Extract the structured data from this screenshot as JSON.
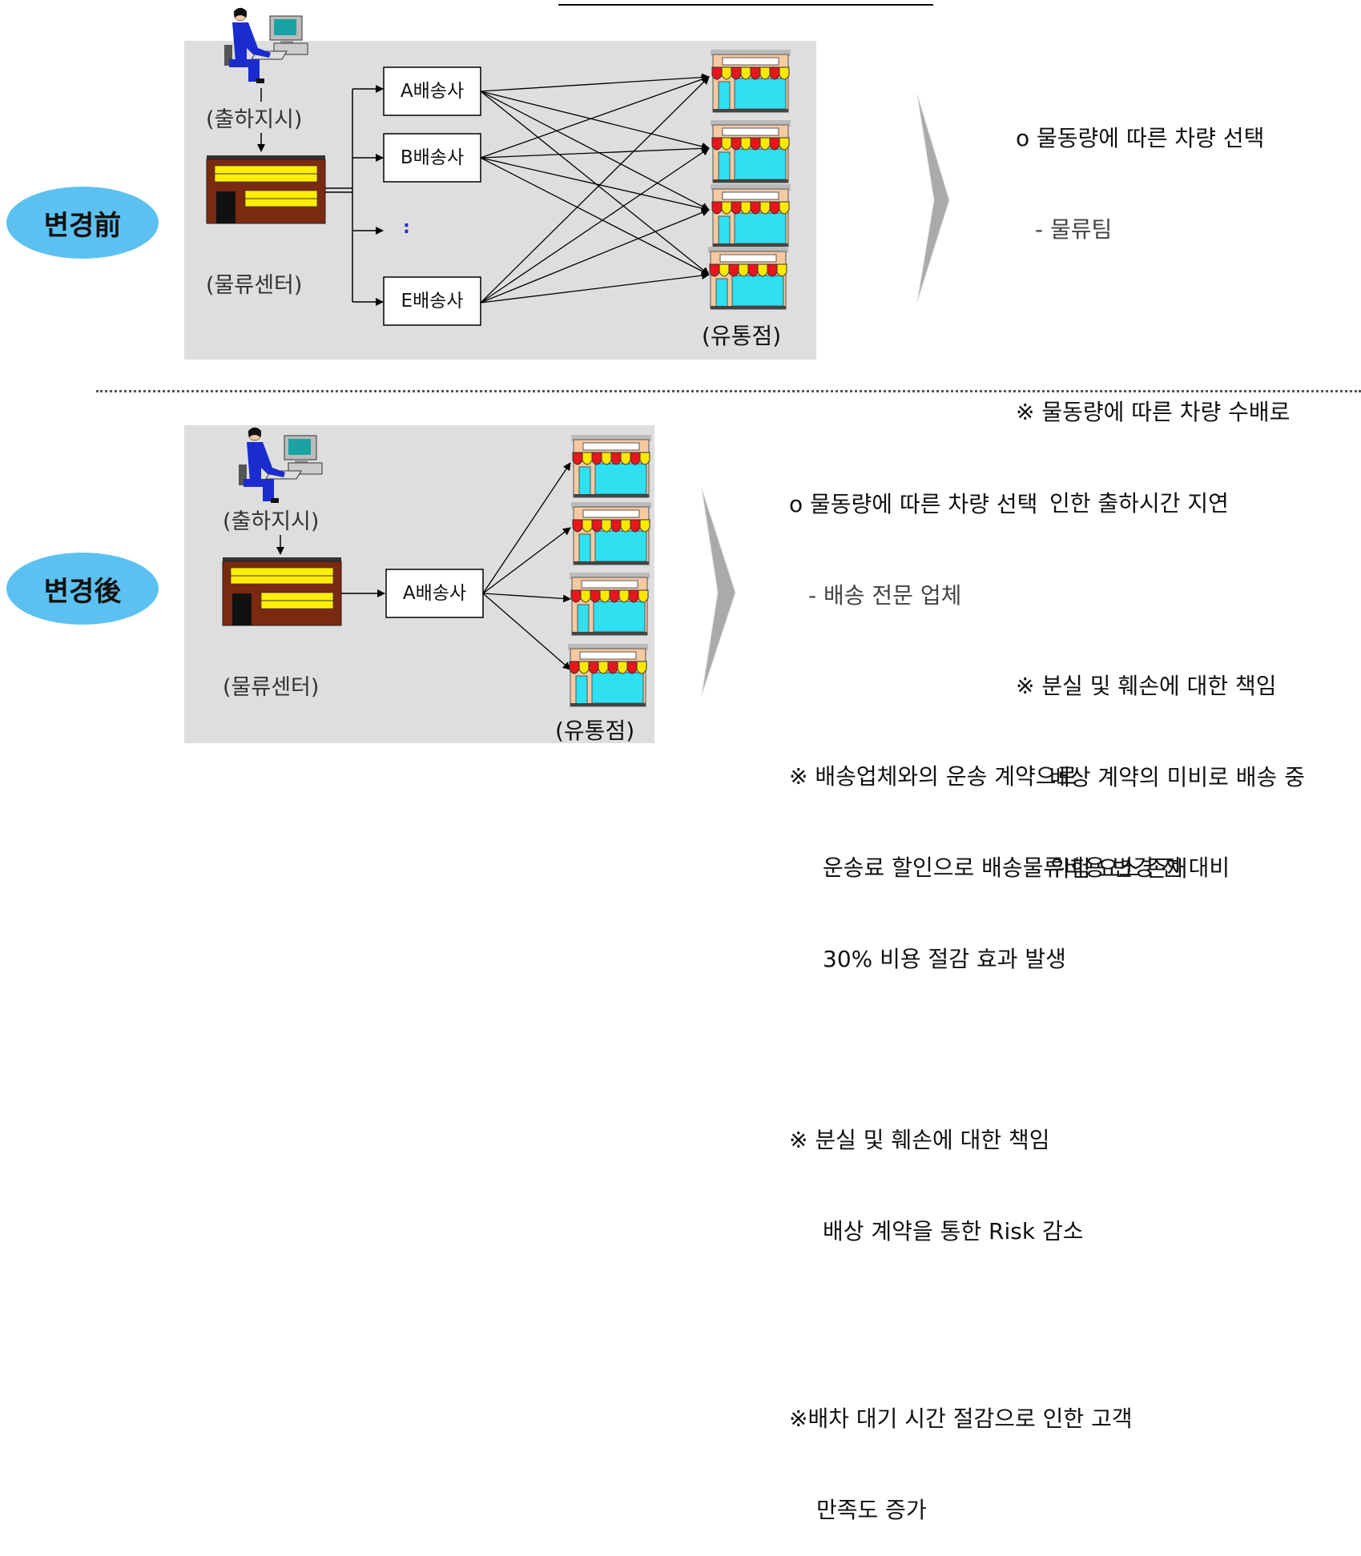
{
  "before": {
    "badge": "변경前",
    "labels": {
      "order": "(출하지시)",
      "center": "(물류센터)",
      "stores": "(유통점)",
      "dots": ":"
    },
    "carriers": [
      "A배송사",
      "B배송사",
      "E배송사"
    ],
    "notes": {
      "main": "o 물동량에 따른 차량 선택",
      "sub": "- 물류팀",
      "note1_line1": "※ 물동량에 따른 차량 수배로",
      "note1_line2": "인한 출하시간 지연",
      "note2_line1": "※ 분실 및 훼손에 대한 책임",
      "note2_line2": "배상 계약의 미비로 배송 중",
      "note2_line3": "위험 요소 존재"
    }
  },
  "after": {
    "badge": "변경後",
    "labels": {
      "order": "(출하지시)",
      "center": "(물류센터)",
      "stores": "(유통점)"
    },
    "carriers": [
      "A배송사"
    ],
    "notes": {
      "main": "o 물동량에 따른 차량 선택",
      "sub": "- 배송 전문 업체",
      "note1_line1": "※ 배송업체와의 운송 계약으로",
      "note1_line2": "운송료 할인으로 배송물류비용 변경 전 대비",
      "note1_line3": "30% 비용 절감 효과 발생",
      "note2_line1": "※ 분실 및 훼손에 대한 책임",
      "note2_line2": "배상 계약을 통한 Risk 감소",
      "note3_line1": "※배차 대기 시간 절감으로 인한 고객",
      "note3_line2": "만족도 증가"
    }
  },
  "colors": {
    "panel": "#dedede",
    "badge": "#5cc1f0",
    "building": "#7a2a10",
    "window": "#ffee00",
    "awning_red": "#e8161c",
    "awning_yellow": "#ffe800",
    "store_body": "#f7c9a0",
    "store_glass": "#2ee0f0",
    "person_blue": "#1a2ccf"
  },
  "icons": [
    "person-at-computer-icon",
    "warehouse-building-icon",
    "store-front-icon",
    "chevron-right-icon"
  ]
}
